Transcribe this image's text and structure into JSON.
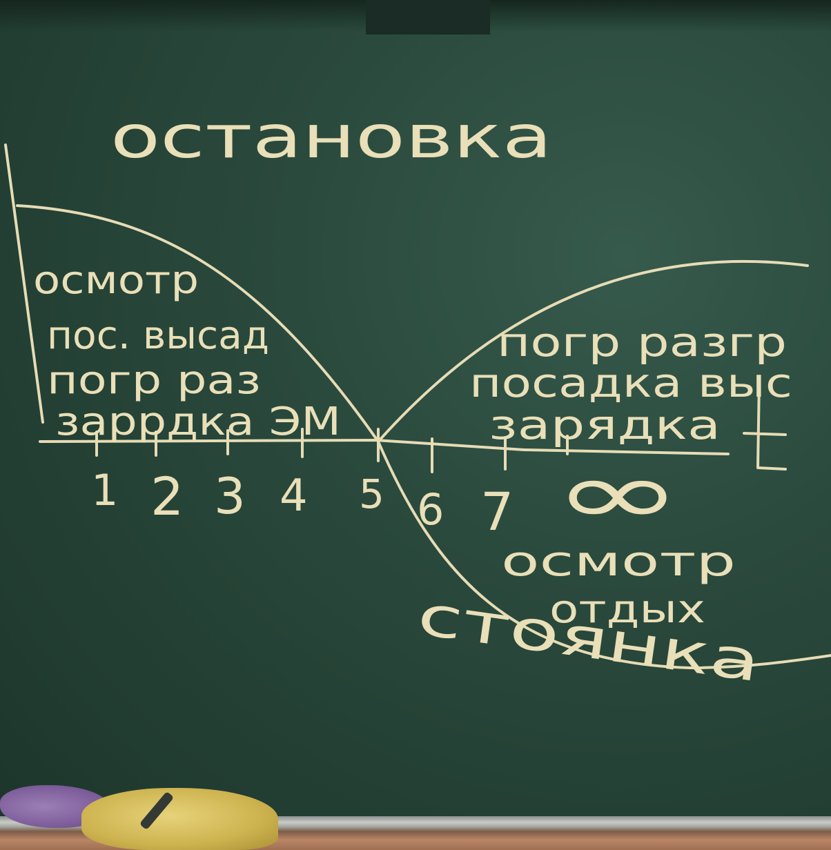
{
  "board": {
    "title_top": "остановка",
    "title_bottom": "стоянка",
    "left_block": [
      "осмотр",
      "пос. высад",
      "погр раз",
      "заррдка ЭМ"
    ],
    "right_block": [
      "погр разгр",
      "посадка выс",
      "зарядка"
    ],
    "bottom_right_block": [
      "осмотр",
      "отдых"
    ],
    "axis_numbers": [
      "1",
      "2",
      "3",
      "4",
      "5",
      "6",
      "7",
      "∞"
    ],
    "axis_end_label": "t"
  },
  "colors": {
    "board": "#2b4b3e",
    "chalk": "#e6dcb5",
    "cloth_purple": "#7f5f9c",
    "cloth_yellow": "#cdb34f"
  }
}
